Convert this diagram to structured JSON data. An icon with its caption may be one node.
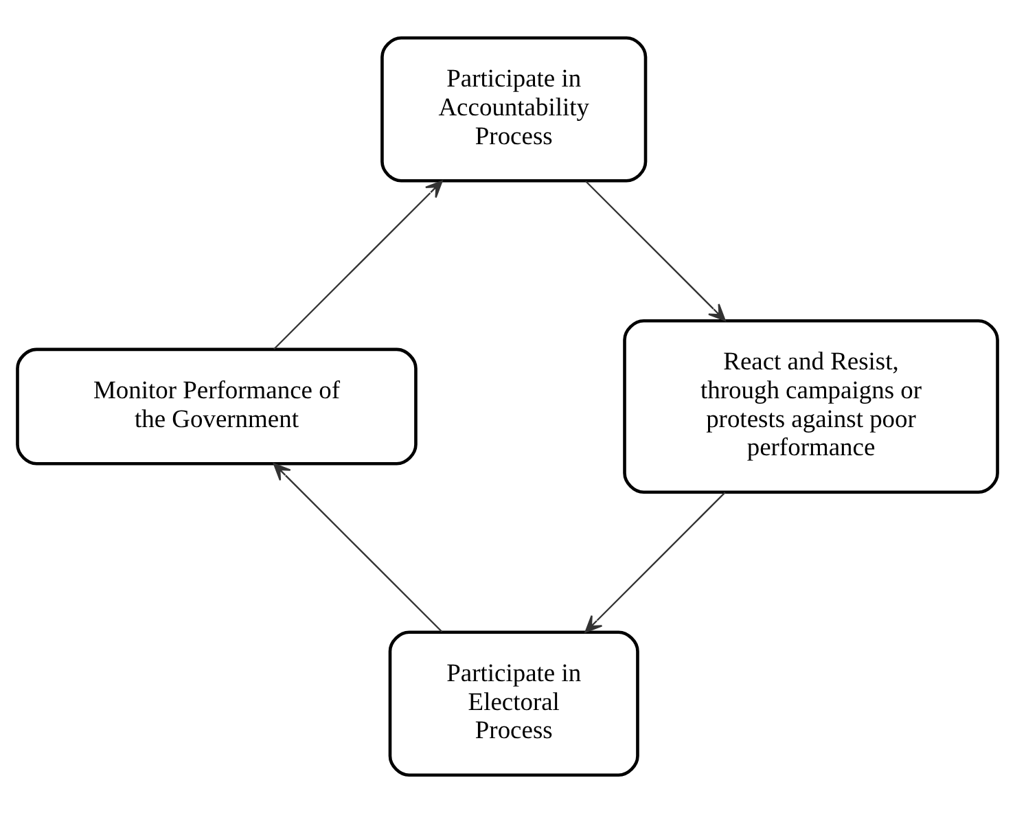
{
  "diagram": {
    "nodes": [
      {
        "text": [
          "Participate in Electoral Process"
        ]
      },
      {
        "text": [
          "Monitor Performance of the Government"
        ]
      },
      {
        "text": [
          "Participate in Accountability Process"
        ]
      },
      {
        "text": [
          "React and Resist, through campaigns or protests against poor performance"
        ]
      }
    ],
    "edges": [
      {
        "from": 0,
        "to": 1,
        "arrow": "to"
      },
      {
        "from": 1,
        "to": 2,
        "arrow": "to"
      },
      {
        "from": 2,
        "to": 3,
        "arrow": "to"
      },
      {
        "from": 3,
        "to": 0,
        "arrow": "to"
      }
    ]
  }
}
